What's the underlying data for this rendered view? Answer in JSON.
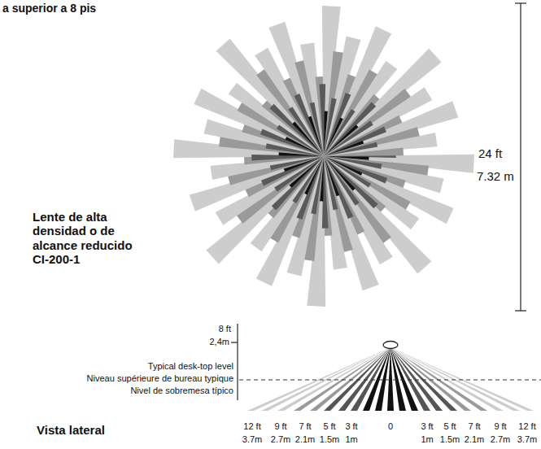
{
  "diagram": {
    "labels": [
      "a superior a 8 pis",
      "24 ft",
      "7.32 m",
      "Lente de alta densidad o de alcance reducido CI-200-1",
      "8 ft",
      "2,4m",
      "Typical desk-top level",
      "Niveau supérieure de bureau typique",
      "Nivel de sobremesa típico",
      "12 ft",
      "9 ft",
      "7 ft",
      "5 ft",
      "3 ft",
      "0",
      "3 ft",
      "5 ft",
      "7 ft",
      "9 ft",
      "12 ft",
      "3.7m",
      "2.7m",
      "2.1m",
      "1.5m",
      "1m",
      "1m",
      "1.5m",
      "2.1m",
      "2.7m",
      "3.7m",
      "Vista lateral"
    ]
  }
}
